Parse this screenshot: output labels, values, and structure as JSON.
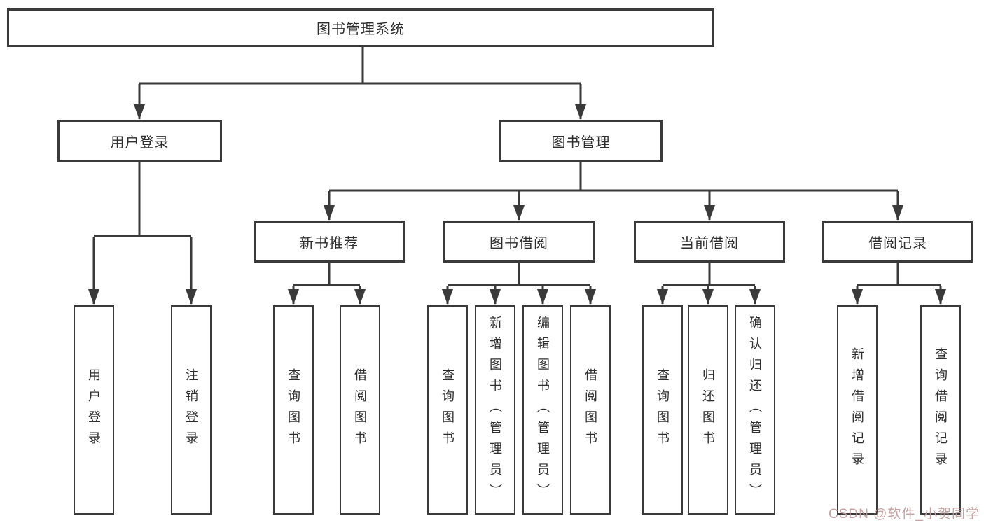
{
  "diagram": {
    "title": "图书管理系统",
    "line_color": "#3a3a3a",
    "box_border_color": "#3a3a3a",
    "box_background": "#ffffff",
    "text_color": "#2d2d2d",
    "nodes": {
      "root": "图书管理系统",
      "user_login": "用户登录",
      "book_management": "图书管理",
      "new_book_recommend": "新书推荐",
      "book_borrow": "图书借阅",
      "current_borrow": "当前借阅",
      "borrow_record": "借阅记录",
      "ul_user_login": "用户登录",
      "ul_logout": "注销登录",
      "nb_query_book": "查询图书",
      "nb_borrow_book": "借阅图书",
      "bb_query_book": "查询图书",
      "bb_add_book": "新增图书（管理员）",
      "bb_edit_book": "编辑图书（管理员）",
      "bb_borrow_book": "借阅图书",
      "cb_query_book": "查询图书",
      "cb_return_book": "归还图书",
      "cb_confirm_return": "确认归还（管理员）",
      "br_add_record": "新增借阅记录",
      "br_query_record": "查询借阅记录"
    },
    "hierarchy": {
      "图书管理系统": {
        "用户登录": [
          "用户登录",
          "注销登录"
        ],
        "图书管理": {
          "新书推荐": [
            "查询图书",
            "借阅图书"
          ],
          "图书借阅": [
            "查询图书",
            "新增图书（管理员）",
            "编辑图书（管理员）",
            "借阅图书"
          ],
          "当前借阅": [
            "查询图书",
            "归还图书",
            "确认归还（管理员）"
          ],
          "借阅记录": [
            "新增借阅记录",
            "查询借阅记录"
          ]
        }
      }
    }
  },
  "watermark": {
    "text": "CSDN @软件_小贺同学",
    "color": "#c29c9c"
  }
}
